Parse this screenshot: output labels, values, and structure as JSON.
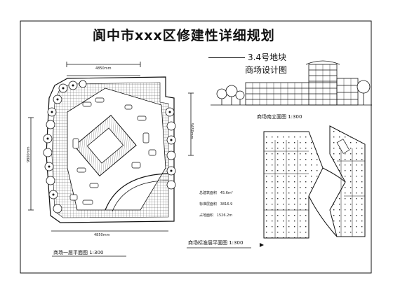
{
  "title": "阆中市xxx区修建性详细规划",
  "block_label": "3.4号地块",
  "drawing_title": "商场设计图",
  "captions": {
    "south_elevation": "商场南立面图 1:300",
    "site_plan": "商场一层平面图 1:300",
    "typical_floor": "商场标准层平面图 1:300"
  },
  "dimensions": {
    "top_width": "4850mm",
    "right_height": "5650mm",
    "left_height": "9800mm",
    "bottom_width": "4850mm"
  },
  "legend": [
    {
      "label": "总建筑面积",
      "value": "45.6m²"
    },
    {
      "label": "标准层面积",
      "value": "3816.9"
    },
    {
      "label": "占地面积",
      "value": "1526.2m"
    }
  ],
  "colors": {
    "line": "#111111",
    "background": "#ffffff"
  }
}
